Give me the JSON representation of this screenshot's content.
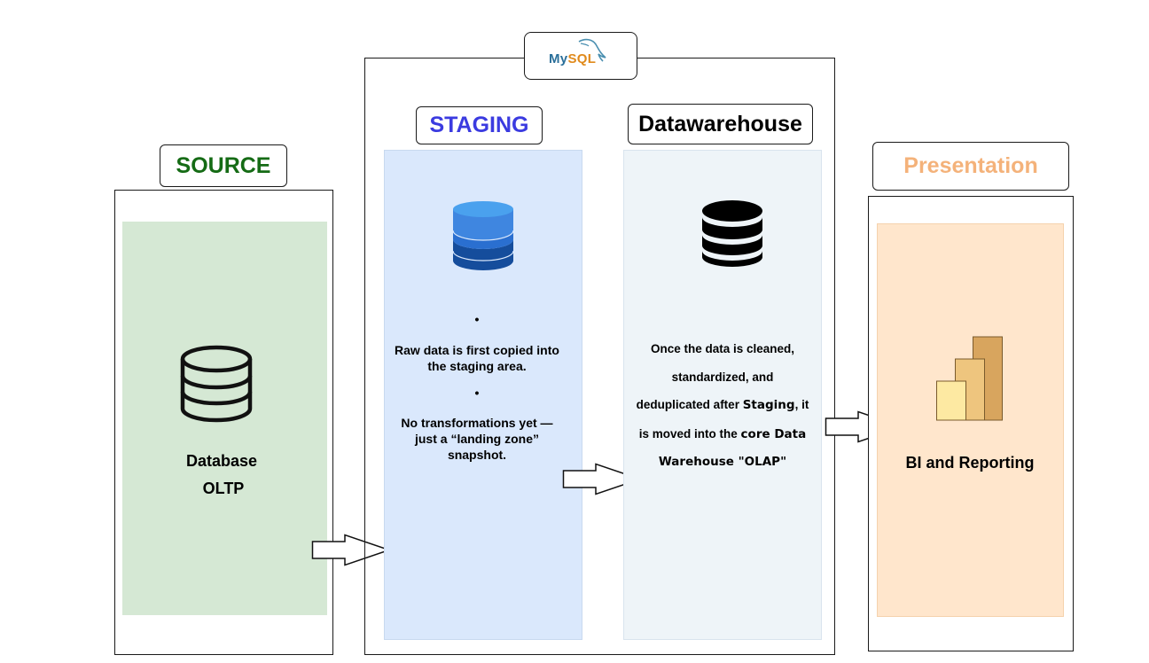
{
  "source": {
    "title": "SOURCE",
    "line1": "Database",
    "line2": "OLTP",
    "title_color": "#156b15",
    "panel_color": "#d5e8d4"
  },
  "mysql_logo": {
    "text_my": "My",
    "text_sql": "SQL"
  },
  "staging": {
    "title": "STAGING",
    "title_color": "#3b3be0",
    "panel_color": "#dae8fc",
    "bullet1": "Raw data is first copied into the staging area.",
    "bullet2": "No transformations yet — just a “landing zone” snapshot."
  },
  "datawarehouse": {
    "title": "Datawarehouse",
    "panel_color": "#eef4f8",
    "desc_l1": "Once the data is cleaned,",
    "desc_l2": "standardized, and",
    "desc_l3a": "deduplicated after ",
    "desc_l3b": "Staging",
    "desc_l3c": ", it",
    "desc_l4a": "is moved into the ",
    "desc_l4b": "core Data",
    "desc_l5": "Warehouse \"OLAP\""
  },
  "presentation": {
    "title": "Presentation",
    "title_color": "#f4b27a",
    "panel_color": "#ffe6cc",
    "label": "BI and Reporting"
  },
  "icons": [
    "database-outline-icon",
    "database-blue-icon",
    "database-black-icon",
    "bar-chart-icon",
    "arrow-right-icon"
  ]
}
